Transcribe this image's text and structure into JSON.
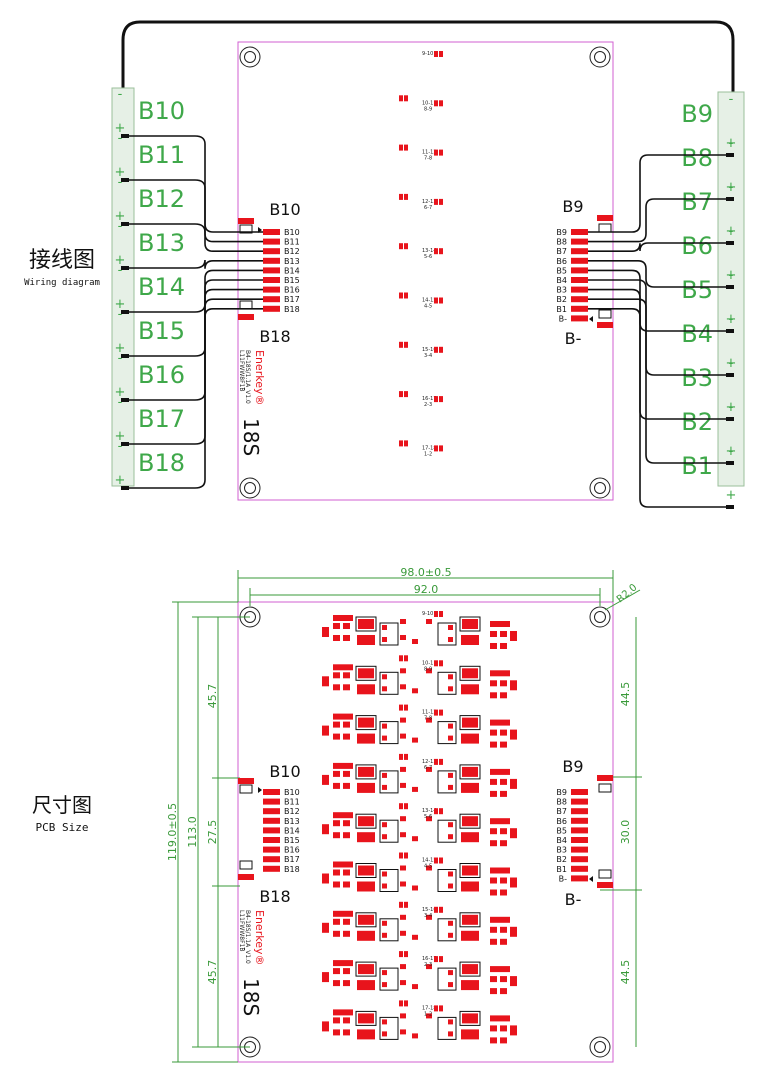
{
  "wiring": {
    "title_cn": "接线图",
    "title_en": "Wiring diagram",
    "left_labels": [
      "B10",
      "B11",
      "B12",
      "B13",
      "B14",
      "B15",
      "B16",
      "B17",
      "B18"
    ],
    "right_labels": [
      "B9",
      "B8",
      "B7",
      "B6",
      "B5",
      "B4",
      "B3",
      "B2",
      "B1"
    ],
    "plus": "+",
    "minus": "-",
    "left_conn_top": "B10",
    "left_conn_bottom": "B18",
    "right_conn_top": "B9",
    "right_conn_bottom": "B-",
    "left_pins": [
      "B10",
      "B11",
      "B12",
      "B13",
      "B14",
      "B15",
      "B16",
      "B17",
      "B18"
    ],
    "right_pins": [
      "B9",
      "B8",
      "B7",
      "B6",
      "B5",
      "B4",
      "B3",
      "B2",
      "B1",
      "B-"
    ],
    "brand": "Enerkey®",
    "model_line1": "B4-18S/1.1A_V1.0",
    "model_line2": "L11FWW8F1B",
    "series": "18S",
    "balance_labels": [
      {
        "a": "9-10",
        "b": ""
      },
      {
        "a": "10-11",
        "b": "8-9"
      },
      {
        "a": "11-12",
        "b": "7-8"
      },
      {
        "a": "12-13",
        "b": "6-7"
      },
      {
        "a": "13-14",
        "b": "5-6"
      },
      {
        "a": "14-15",
        "b": "4-5"
      },
      {
        "a": "15-16",
        "b": "3-4"
      },
      {
        "a": "16-17",
        "b": "2-3"
      },
      {
        "a": "17-18",
        "b": "1-2"
      }
    ]
  },
  "pcb": {
    "title_cn": "尺寸图",
    "title_en": "PCB Size",
    "dim_width_total": "98.0±0.5",
    "dim_width_holes": "92.0",
    "dim_radius": "R2.0",
    "dim_height_total": "119.0±0.5",
    "dim_height_holes": "113.0",
    "dim_left_top": "45.7",
    "dim_left_mid": "27.5",
    "dim_left_bottom": "45.7",
    "dim_right_top": "44.5",
    "dim_right_mid": "30.0",
    "dim_right_bottom": "44.5",
    "left_conn_top": "B10",
    "left_conn_bottom": "B18",
    "right_conn_top": "B9",
    "right_conn_bottom": "B-",
    "left_pins": [
      "B10",
      "B11",
      "B12",
      "B13",
      "B14",
      "B15",
      "B16",
      "B17",
      "B18"
    ],
    "right_pins": [
      "B9",
      "B8",
      "B7",
      "B6",
      "B5",
      "B4",
      "B3",
      "B2",
      "B1",
      "B-"
    ],
    "brand": "Enerkey®",
    "model_line1": "B4-18S/1.1A_V1.0",
    "model_line2": "L11FWW8F1B",
    "series": "18S",
    "balance_labels": [
      {
        "a": "9-10",
        "b": ""
      },
      {
        "a": "10-11",
        "b": "8-9"
      },
      {
        "a": "11-12",
        "b": "7-8"
      },
      {
        "a": "12-13",
        "b": "6-7"
      },
      {
        "a": "13-14",
        "b": "5-6"
      },
      {
        "a": "14-15",
        "b": "4-5"
      },
      {
        "a": "15-16",
        "b": "3-4"
      },
      {
        "a": "16-17",
        "b": "2-3"
      },
      {
        "a": "17-18",
        "b": "1-2"
      }
    ]
  },
  "colors": {
    "outline": "#d25fd2",
    "pad": "#e8141c",
    "wire": "#111111",
    "label_green": "#3fa84a",
    "dim_green": "#3a9a3a",
    "conn_fill": "#e6f0e6",
    "conn_stroke": "#9bbf9b"
  }
}
